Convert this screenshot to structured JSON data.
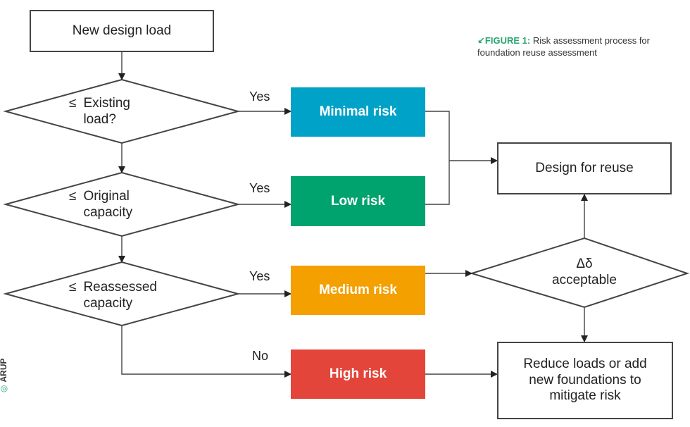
{
  "diagram": {
    "nodes": {
      "start": "New design load",
      "q1": {
        "symbol": "≤",
        "text": "Existing\nload?"
      },
      "q2": {
        "symbol": "≤",
        "text": "Original\ncapacity"
      },
      "q3": {
        "symbol": "≤",
        "text": "Reassessed\ncapacity"
      },
      "minimal_risk": "Minimal risk",
      "low_risk": "Low risk",
      "medium_risk": "Medium risk",
      "high_risk": "High risk",
      "design_reuse": "Design for reuse",
      "delta": {
        "line1": "Δδ",
        "line2": "acceptable"
      },
      "reduce": "Reduce loads or add\nnew foundations to\nmitigate risk"
    },
    "edge_labels": {
      "yes1": "Yes",
      "yes2": "Yes",
      "yes3": "Yes",
      "no": "No"
    },
    "colors": {
      "minimal": "#00a3c7",
      "low": "#00a26d",
      "medium": "#f3a000",
      "high": "#e3453a",
      "line": "#444444",
      "accent": "#27a56e"
    }
  },
  "caption": {
    "marker": "↙",
    "figure": "FIGURE 1:",
    "text": "Risk assessment process for foundation reuse assessment"
  },
  "credit": {
    "icon": "arup-logo-icon",
    "text": "ARUP"
  }
}
